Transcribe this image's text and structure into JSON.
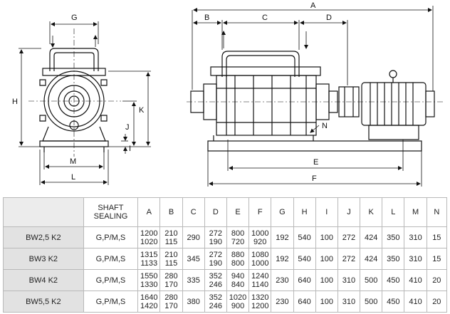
{
  "dimension_labels": {
    "A": "A",
    "B": "B",
    "C": "C",
    "D": "D",
    "E": "E",
    "F": "F",
    "G": "G",
    "H": "H",
    "I": "I",
    "J": "J",
    "K": "K",
    "L": "L",
    "M": "M",
    "N": "N"
  },
  "table": {
    "header_blank": "",
    "shaft_sealing_line1": "SHAFT",
    "shaft_sealing_line2": "SEALING",
    "columns": [
      "A",
      "B",
      "C",
      "D",
      "E",
      "F",
      "G",
      "H",
      "I",
      "J",
      "K",
      "L",
      "M",
      "N"
    ],
    "rows": [
      {
        "model": "BW2,5 K2",
        "sealing": "G,P/M,S",
        "A": [
          "1200",
          "1020"
        ],
        "B": [
          "210",
          "115"
        ],
        "C": "290",
        "D": [
          "272",
          "190"
        ],
        "E": [
          "800",
          "720"
        ],
        "F": [
          "1000",
          "920"
        ],
        "G": "192",
        "H": "540",
        "I": "100",
        "J": "272",
        "K": "424",
        "L": "350",
        "M": "310",
        "N": "15"
      },
      {
        "model": "BW3   K2",
        "sealing": "G,P/M,S",
        "A": [
          "1315",
          "1133"
        ],
        "B": [
          "210",
          "115"
        ],
        "C": "345",
        "D": [
          "272",
          "190"
        ],
        "E": [
          "880",
          "800"
        ],
        "F": [
          "1080",
          "1000"
        ],
        "G": "192",
        "H": "540",
        "I": "100",
        "J": "272",
        "K": "424",
        "L": "350",
        "M": "310",
        "N": "15"
      },
      {
        "model": "BW4   K2",
        "sealing": "G,P/M,S",
        "A": [
          "1550",
          "1330"
        ],
        "B": [
          "280",
          "170"
        ],
        "C": "335",
        "D": [
          "352",
          "246"
        ],
        "E": [
          "940",
          "840"
        ],
        "F": [
          "1240",
          "1140"
        ],
        "G": "230",
        "H": "640",
        "I": "100",
        "J": "310",
        "K": "500",
        "L": "450",
        "M": "410",
        "N": "20"
      },
      {
        "model": "BW5,5 K2",
        "sealing": "G,P/M,S",
        "A": [
          "1640",
          "1420"
        ],
        "B": [
          "280",
          "170"
        ],
        "C": "380",
        "D": [
          "352",
          "246"
        ],
        "E": [
          "1020",
          "900"
        ],
        "F": [
          "1320",
          "1200"
        ],
        "G": "230",
        "H": "640",
        "I": "100",
        "J": "310",
        "K": "500",
        "L": "450",
        "M": "410",
        "N": "20"
      }
    ]
  }
}
